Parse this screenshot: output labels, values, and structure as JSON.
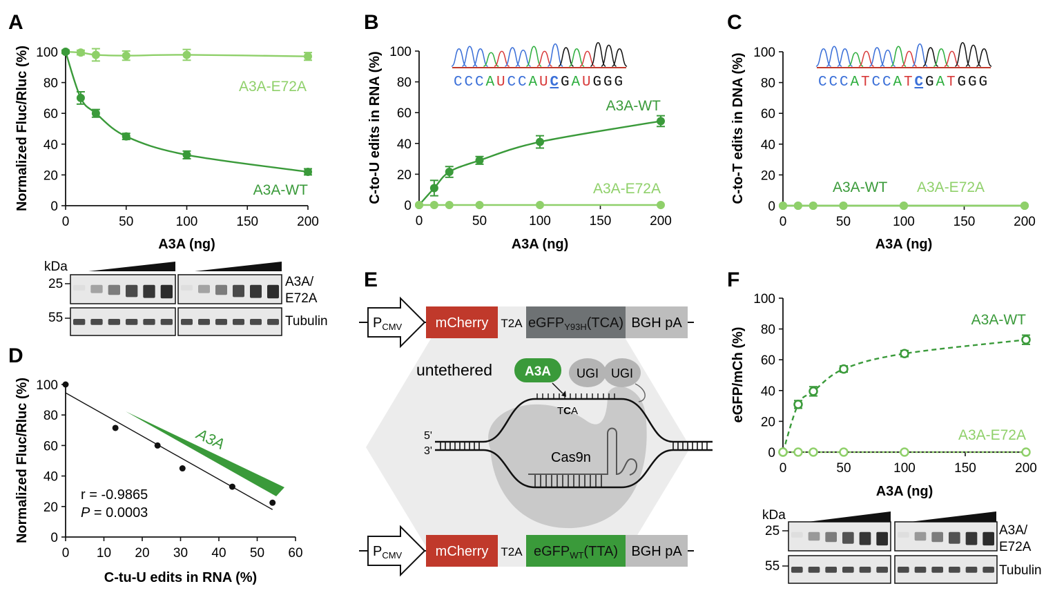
{
  "panels": {
    "A": "A",
    "B": "B",
    "C": "C",
    "D": "D",
    "E": "E",
    "F": "F"
  },
  "colors": {
    "dark_green": "#3a9a3a",
    "light_green": "#8fd06a",
    "red": "#c0392b",
    "dark_gray": "#6e7274",
    "light_gray": "#bdbdbd",
    "seq_blue": "#3a6fd8",
    "seq_green": "#2eae3e",
    "seq_red": "#d83a3a"
  },
  "chart_data": [
    {
      "id": "A",
      "type": "line",
      "xlabel": "A3A (ng)",
      "ylabel": "Normalized Fluc/Rluc (%)",
      "xlim": [
        0,
        200
      ],
      "ylim": [
        0,
        100
      ],
      "xticks": [
        "0",
        "50",
        "100",
        "150",
        "200"
      ],
      "yticks": [
        "0",
        "20",
        "40",
        "60",
        "80",
        "100"
      ],
      "series": [
        {
          "name": "A3A-E72A",
          "color": "#8fd06a",
          "x": [
            0,
            12.5,
            25,
            50,
            100,
            200
          ],
          "y": [
            100,
            99.5,
            98,
            97.5,
            98,
            97
          ],
          "err": [
            1,
            1.5,
            4,
            3,
            3.5,
            2.5
          ]
        },
        {
          "name": "A3A-WT",
          "color": "#3a9a3a",
          "x": [
            0,
            12.5,
            25,
            50,
            100,
            200
          ],
          "y": [
            100,
            70,
            60,
            45,
            33,
            22
          ],
          "err": [
            1,
            4,
            2.5,
            2,
            2.5,
            2
          ]
        }
      ]
    },
    {
      "id": "B",
      "type": "line",
      "xlabel": "A3A (ng)",
      "ylabel": "C-to-U edits in RNA (%)",
      "xlim": [
        0,
        200
      ],
      "ylim": [
        0,
        100
      ],
      "xticks": [
        "0",
        "50",
        "100",
        "150",
        "200"
      ],
      "yticks": [
        "0",
        "20",
        "40",
        "60",
        "80",
        "100"
      ],
      "series": [
        {
          "name": "A3A-WT",
          "color": "#3a9a3a",
          "x": [
            0,
            12.5,
            25,
            50,
            100,
            200
          ],
          "y": [
            0,
            11,
            21.5,
            29,
            41,
            54.5
          ],
          "err": [
            0,
            5,
            3.5,
            2.5,
            4,
            3.5
          ]
        },
        {
          "name": "A3A-E72A",
          "color": "#8fd06a",
          "x": [
            0,
            12.5,
            25,
            50,
            100,
            200
          ],
          "y": [
            0,
            0,
            0,
            0,
            0,
            0
          ],
          "err": [
            0,
            0,
            0,
            0,
            0,
            0
          ]
        }
      ]
    },
    {
      "id": "C",
      "type": "line",
      "xlabel": "A3A (ng)",
      "ylabel": "C-to-T edits in DNA (%)",
      "xlim": [
        0,
        200
      ],
      "ylim": [
        0,
        100
      ],
      "xticks": [
        "0",
        "50",
        "100",
        "150",
        "200"
      ],
      "yticks": [
        "0",
        "20",
        "40",
        "60",
        "80",
        "100"
      ],
      "series": [
        {
          "name": "A3A-WT",
          "color": "#3a9a3a",
          "x": [
            0,
            12.5,
            25,
            50,
            100,
            200
          ],
          "y": [
            0,
            0,
            0,
            0,
            0,
            0
          ],
          "err": [
            0,
            0,
            0,
            0,
            0,
            0
          ]
        },
        {
          "name": "A3A-E72A",
          "color": "#8fd06a",
          "x": [
            0,
            12.5,
            25,
            50,
            100,
            200
          ],
          "y": [
            0,
            0,
            0,
            0,
            0,
            0
          ],
          "err": [
            0,
            0,
            0,
            0,
            0,
            0
          ]
        }
      ]
    },
    {
      "id": "D",
      "type": "scatter",
      "xlabel": "C-tu-U edits in RNA (%)",
      "ylabel": "Normalized Fluc/Rluc (%)",
      "xlim": [
        0,
        60
      ],
      "ylim": [
        0,
        100
      ],
      "xticks": [
        "0",
        "10",
        "20",
        "30",
        "40",
        "50",
        "60"
      ],
      "yticks": [
        "0",
        "20",
        "40",
        "60",
        "80",
        "100"
      ],
      "points": {
        "x": [
          0,
          13,
          24,
          30.5,
          43.5,
          54
        ],
        "y": [
          100,
          71.5,
          60,
          45,
          33,
          22.5
        ]
      },
      "fit": {
        "x": [
          0,
          54
        ],
        "y": [
          94.5,
          18
        ]
      },
      "annotation": "A3A",
      "r_text": "r = -0.9865",
      "p_label": "P",
      "p_text": " = 0.0003"
    },
    {
      "id": "F",
      "type": "line",
      "xlabel": "A3A (ng)",
      "ylabel": "eGFP/mCh (%)",
      "xlim": [
        0,
        200
      ],
      "ylim": [
        0,
        100
      ],
      "xticks": [
        "0",
        "50",
        "100",
        "150",
        "200"
      ],
      "yticks": [
        "0",
        "20",
        "40",
        "60",
        "80",
        "100"
      ],
      "series": [
        {
          "name": "A3A-WT",
          "color": "#3a9a3a",
          "x": [
            0,
            12.5,
            25,
            50,
            100,
            200
          ],
          "y": [
            0,
            31,
            39.5,
            54,
            64,
            73
          ],
          "err": [
            0,
            2.5,
            3,
            2,
            2,
            3
          ]
        },
        {
          "name": "A3A-E72A",
          "color": "#8fd06a",
          "x": [
            0,
            12.5,
            25,
            50,
            100,
            200
          ],
          "y": [
            0,
            0,
            0,
            0,
            0,
            0
          ],
          "err": [
            0,
            0,
            0,
            0,
            0,
            0
          ]
        }
      ]
    }
  ],
  "blot_A": {
    "kda": "kDa",
    "m25": "25",
    "m55": "55",
    "label_top_1": "A3A/",
    "label_top_2": "E72A",
    "label_bottom": "Tubulin"
  },
  "blot_F": {
    "kda": "kDa",
    "m25": "25",
    "m55": "55",
    "label_top_1": "A3A/",
    "label_top_2": "E72A",
    "label_bottom": "Tubulin"
  },
  "sequence_B": [
    "C",
    "C",
    "C",
    "A",
    "U",
    "C",
    "C",
    "A",
    "U",
    "C",
    "G",
    "A",
    "U",
    "G",
    "G",
    "G"
  ],
  "sequence_C": [
    "C",
    "C",
    "C",
    "A",
    "T",
    "C",
    "C",
    "A",
    "T",
    "C",
    "G",
    "A",
    "T",
    "G",
    "G",
    "G"
  ],
  "schematic": {
    "promoter_main": "P",
    "promoter_sub": "CMV",
    "top": {
      "mcherry": "mCherry",
      "t2a": "T2A",
      "egfp_main": "eGFP",
      "egfp_sub": "Y93H",
      "egfp_tail": "(TCA)",
      "bgh": "BGH pA"
    },
    "bottom": {
      "mcherry": "mCherry",
      "t2a": "T2A",
      "egfp_main": "eGFP",
      "egfp_sub": "WT",
      "egfp_tail": "(TTA)",
      "bgh": "BGH pA"
    },
    "untethered": "untethered",
    "a3a": "A3A",
    "ugi1": "UGI",
    "ugi2": "UGI",
    "site_t": "T",
    "site_c": "C",
    "site_a": "A",
    "five_prime": "5'",
    "three_prime": "3'",
    "cas9n": "Cas9n"
  }
}
